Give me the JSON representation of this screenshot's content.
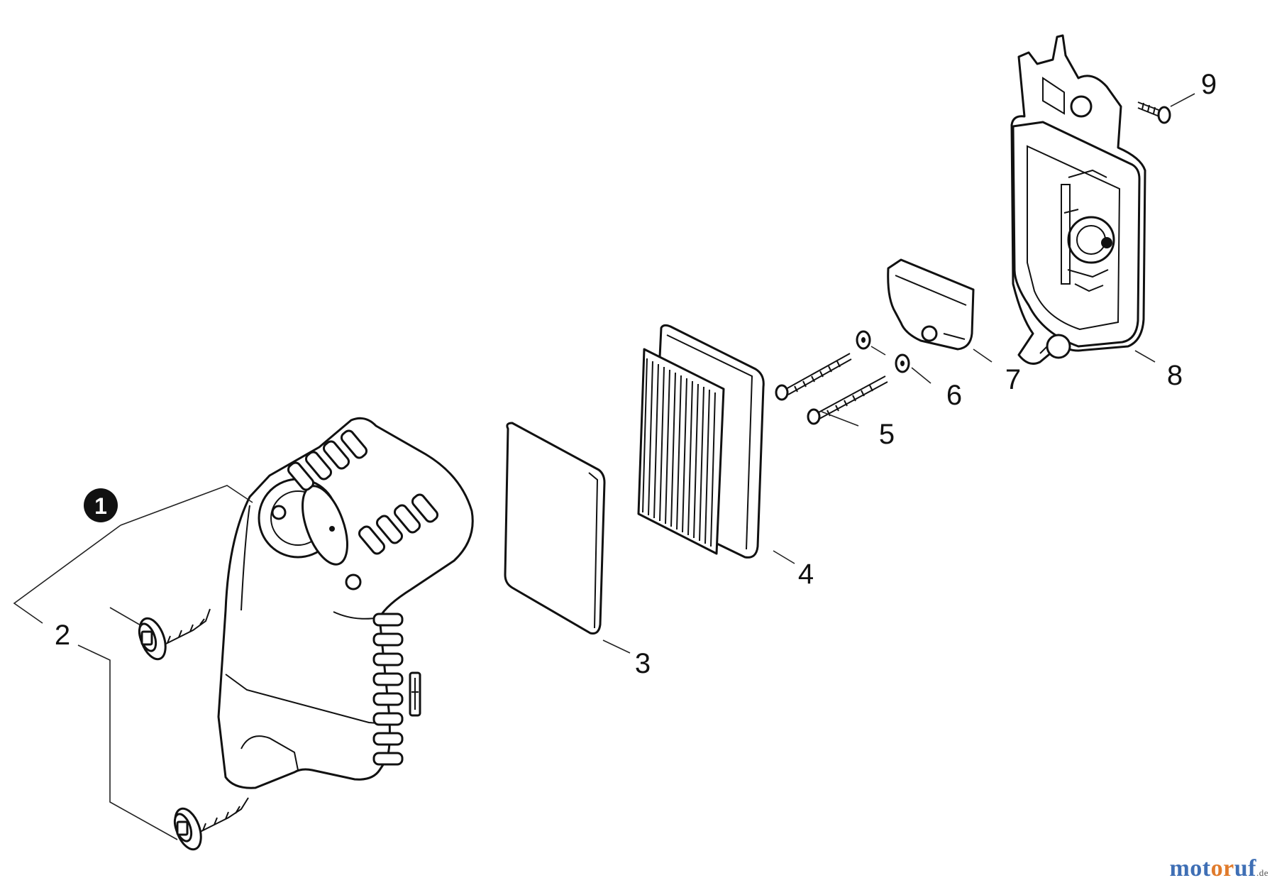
{
  "diagram": {
    "callouts": [
      {
        "id": "c1",
        "label": "1",
        "style": "filled-circle"
      },
      {
        "id": "c2",
        "label": "2"
      },
      {
        "id": "c3",
        "label": "3"
      },
      {
        "id": "c4",
        "label": "4"
      },
      {
        "id": "c5",
        "label": "5"
      },
      {
        "id": "c6",
        "label": "6"
      },
      {
        "id": "c7",
        "label": "7"
      },
      {
        "id": "c8",
        "label": "8"
      },
      {
        "id": "c9",
        "label": "9"
      }
    ]
  },
  "watermark": {
    "part1": "mot",
    "part2": "or",
    "part3": "uf",
    "tld": ".de"
  },
  "colors": {
    "line": "#111111",
    "background": "#ffffff",
    "wm_blue": "#3f6fb5",
    "wm_orange": "#e07b2c"
  }
}
